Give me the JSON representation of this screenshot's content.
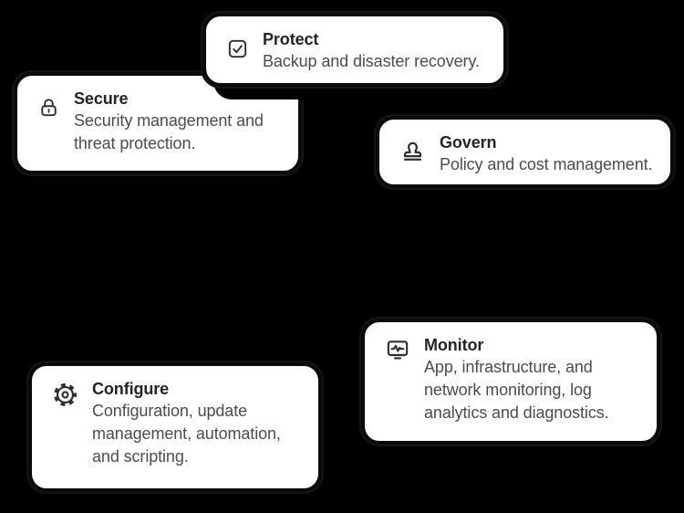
{
  "background_color": "#000000",
  "card_style": {
    "background": "#ffffff",
    "border_color": "#0a0a0a",
    "title_color": "#242424",
    "description_color": "#4c4c4c",
    "icon_color": "#2e2e2e"
  },
  "cards": [
    {
      "id": "protect",
      "icon": "checkbox-checked-icon",
      "title": "Protect",
      "description": "Backup and disaster recovery."
    },
    {
      "id": "secure",
      "icon": "lock-icon",
      "title": "Secure",
      "description": "Security management and threat protection."
    },
    {
      "id": "govern",
      "icon": "stamp-icon",
      "title": "Govern",
      "description": "Policy and cost management."
    },
    {
      "id": "monitor",
      "icon": "monitor-pulse-icon",
      "title": "Monitor",
      "description": "App, infrastructure, and network monitoring, log analytics and diagnostics."
    },
    {
      "id": "configure",
      "icon": "gear-icon",
      "title": "Configure",
      "description": "Configuration, update management, automation, and scripting."
    }
  ]
}
